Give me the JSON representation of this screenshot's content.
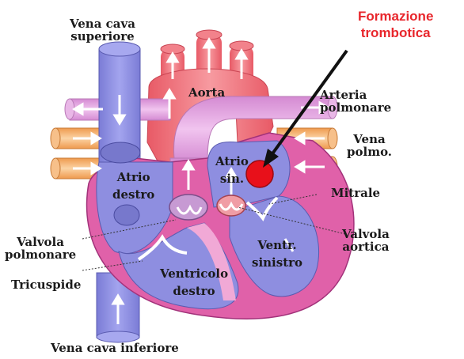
{
  "labels": {
    "vena_cava_superiore": [
      "Vena cava",
      "superiore"
    ],
    "aorta": "Aorta",
    "arteria_polmonare": [
      "Arteria",
      "polmonare"
    ],
    "vena_polmo": [
      "Vena",
      "polmo."
    ],
    "atrio_destro": [
      "Atrio",
      "destro"
    ],
    "atrio_sin": [
      "Atrio",
      "sin."
    ],
    "mitrale": "Mitrale",
    "valvola_aortica": [
      "Valvola",
      "aortica"
    ],
    "valvola_polmonare": [
      "Valvola",
      "polmonare"
    ],
    "tricuspide": "Tricuspide",
    "ventricolo_destro": [
      "Ventricolo",
      "destro"
    ],
    "ventr_sinistro": [
      "Ventr.",
      "sinistro"
    ],
    "vena_cava_inferiore": "Vena cava inferiore"
  },
  "callout": {
    "title": [
      "Formazione",
      "trombotica"
    ],
    "color": "#e8262c"
  },
  "colors": {
    "vein_blue": "#8e8fe0",
    "aorta_red": "#f06e78",
    "pulm_pink": "#e9a6e6",
    "pulm_vein_orange": "#f5b06c",
    "muscle_pink": "#e061a9",
    "chamber_blue": "#8e8ee0",
    "thrombus_red": "#e8101a"
  }
}
